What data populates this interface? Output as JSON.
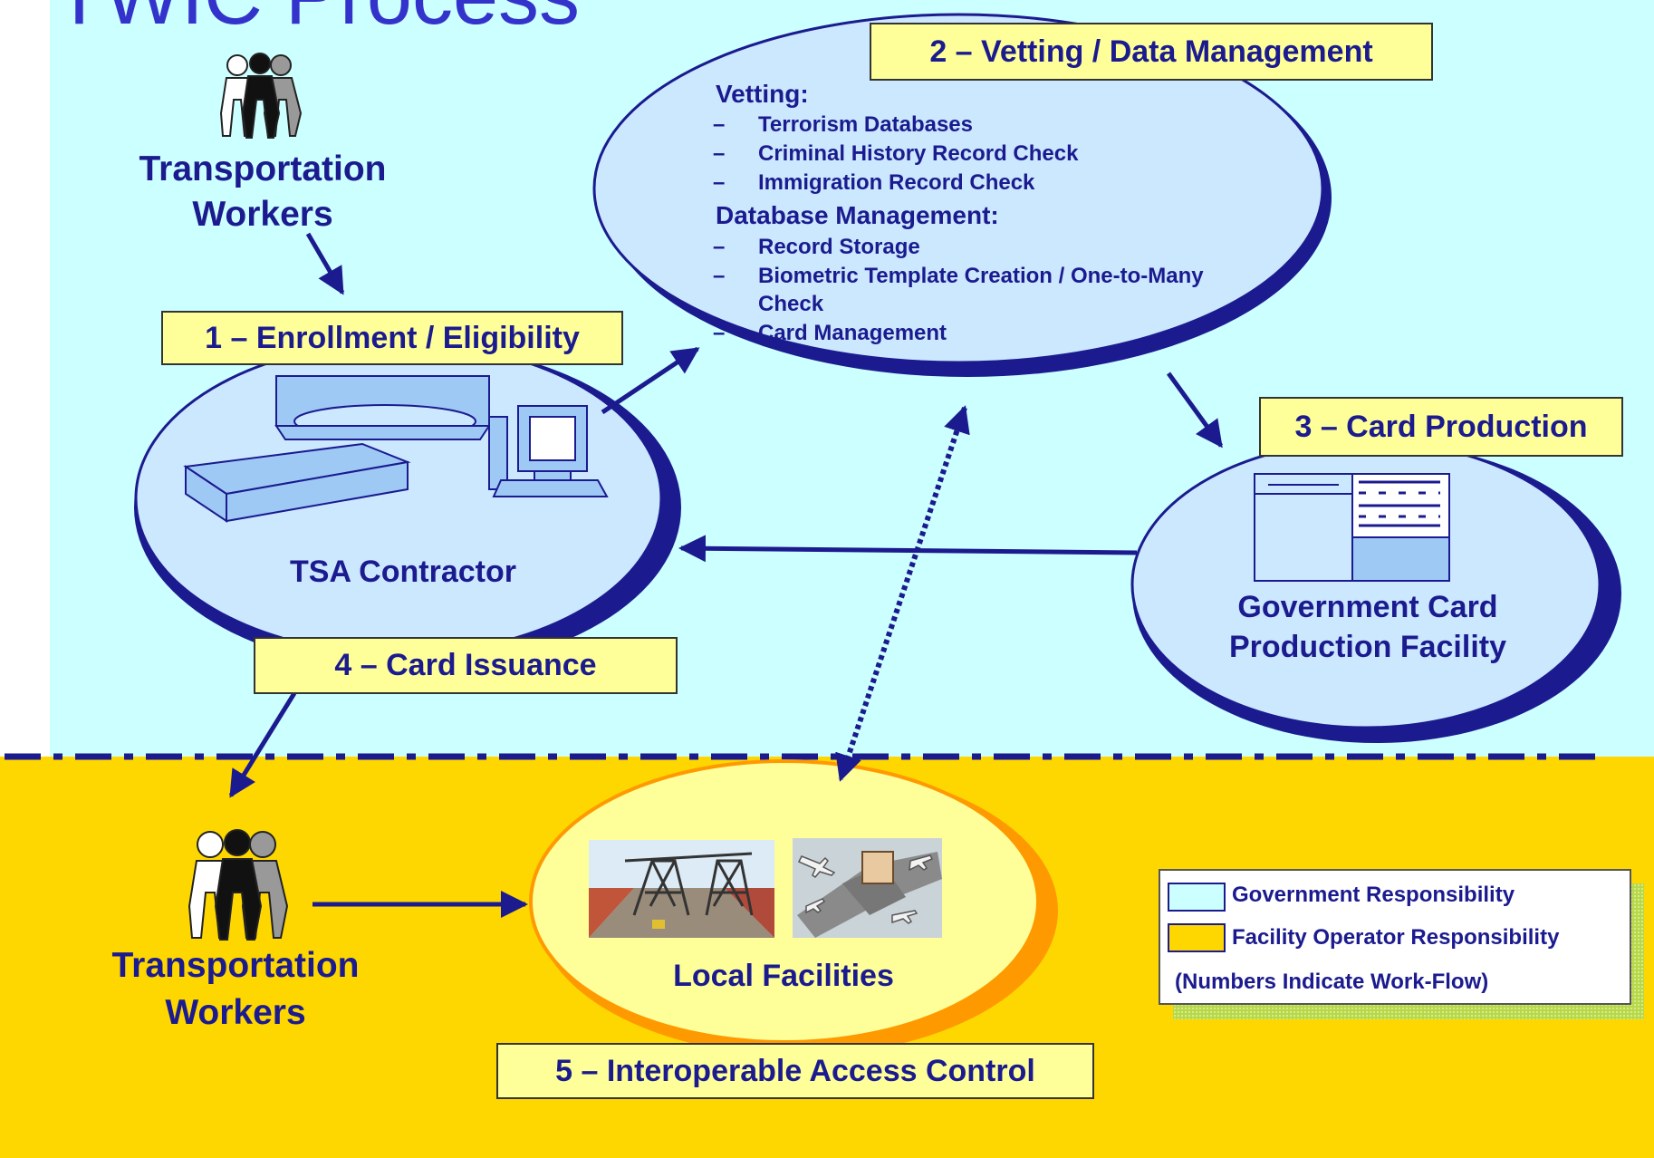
{
  "title_fragment": "TWIC Process",
  "colors": {
    "government_zone": "#ccffff",
    "facility_zone": "#ffd700",
    "step_box": "#ffff99",
    "ellipse_fill": "#cce8ff",
    "ellipse_shadow": "#1b1b8f",
    "text": "#1b1b8f",
    "local_ellipse_fill": "#ffff99",
    "local_ellipse_shadow": "#ff9900"
  },
  "workers_top": {
    "label_line1": "Transportation",
    "label_line2": "Workers",
    "icon": "people-group-icon"
  },
  "workers_bottom": {
    "label_line1": "Transportation",
    "label_line2": "Workers",
    "icon": "people-group-icon"
  },
  "step1": {
    "label": "1 – Enrollment / Eligibility",
    "node_label": "TSA Contractor",
    "icon": "computer-scanner-icon"
  },
  "step2": {
    "label": "2 – Vetting / Data Management",
    "vetting_heading": "Vetting:",
    "vetting_items": [
      "Terrorism Databases",
      "Criminal History Record Check",
      "Immigration Record Check"
    ],
    "db_heading": "Database Management:",
    "db_items": [
      "Record Storage",
      "Biometric Template Creation / One-to-Many",
      "Check",
      "Card Management"
    ],
    "bullet": "–"
  },
  "step3": {
    "label": "3 – Card Production",
    "node_line1": "Government Card",
    "node_line2": "Production Facility",
    "icon": "card-layout-icon"
  },
  "step4": {
    "label": "4 – Card Issuance"
  },
  "step5": {
    "label": "5 – Interoperable Access Control",
    "node_label": "Local Facilities",
    "icons": [
      "port-cranes-icon",
      "airport-icon"
    ]
  },
  "legend": {
    "government": "Government Responsibility",
    "facility": "Facility Operator Responsibility",
    "note": "(Numbers Indicate Work-Flow)"
  }
}
